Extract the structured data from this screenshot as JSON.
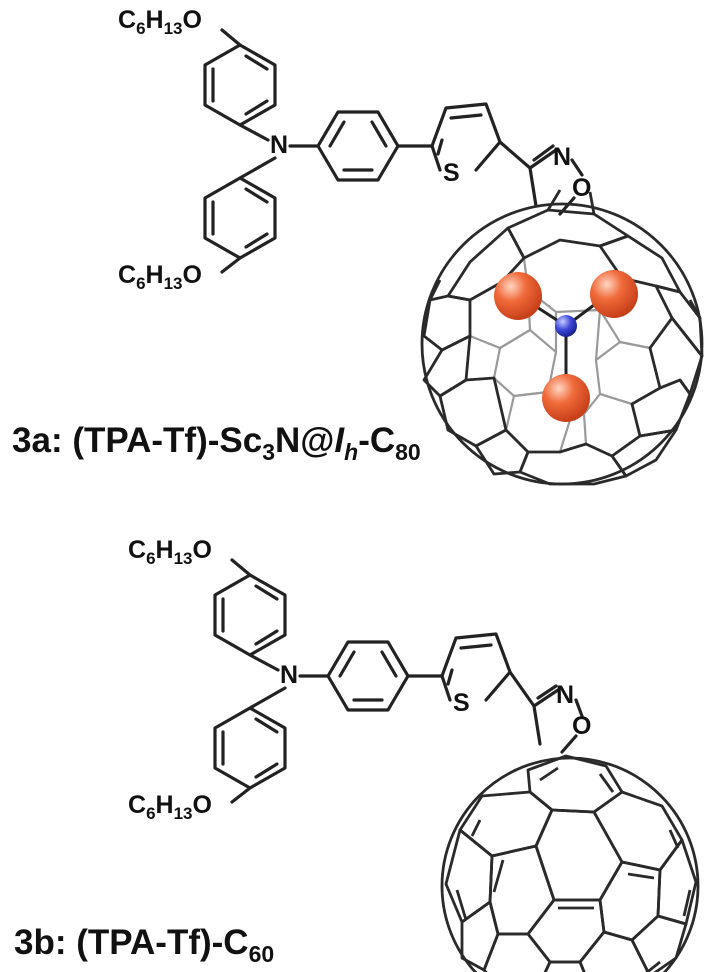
{
  "molecule_a": {
    "label": "3a",
    "label_name": "(TPA-Tf)-Sc",
    "label_sub1": "3",
    "label_mid": "N@",
    "label_italic": "I",
    "label_italic_sub": "h",
    "label_tail": "-C",
    "label_sub2": "80",
    "hexyloxy_top": {
      "c": "C",
      "n1": "6",
      "h": "H",
      "n2": "13",
      "o": "O"
    },
    "hexyloxy_bottom": {
      "c": "C",
      "n1": "6",
      "h": "H",
      "n2": "13",
      "o": "O"
    },
    "atom_n": "N",
    "atom_s": "S",
    "atom_iso_n": "N",
    "atom_iso_o": "O",
    "colors": {
      "sc_atoms": "#f06a3a",
      "n_atom": "#3a47d8"
    }
  },
  "molecule_b": {
    "label": "3b",
    "label_name": "(TPA-Tf)-C",
    "label_sub": "60",
    "hexyloxy_top": {
      "c": "C",
      "n1": "6",
      "h": "H",
      "n2": "13",
      "o": "O"
    },
    "hexyloxy_bottom": {
      "c": "C",
      "n1": "6",
      "h": "H",
      "n2": "13",
      "o": "O"
    },
    "atom_n": "N",
    "atom_s": "S",
    "atom_iso_n": "N",
    "atom_iso_o": "O"
  }
}
